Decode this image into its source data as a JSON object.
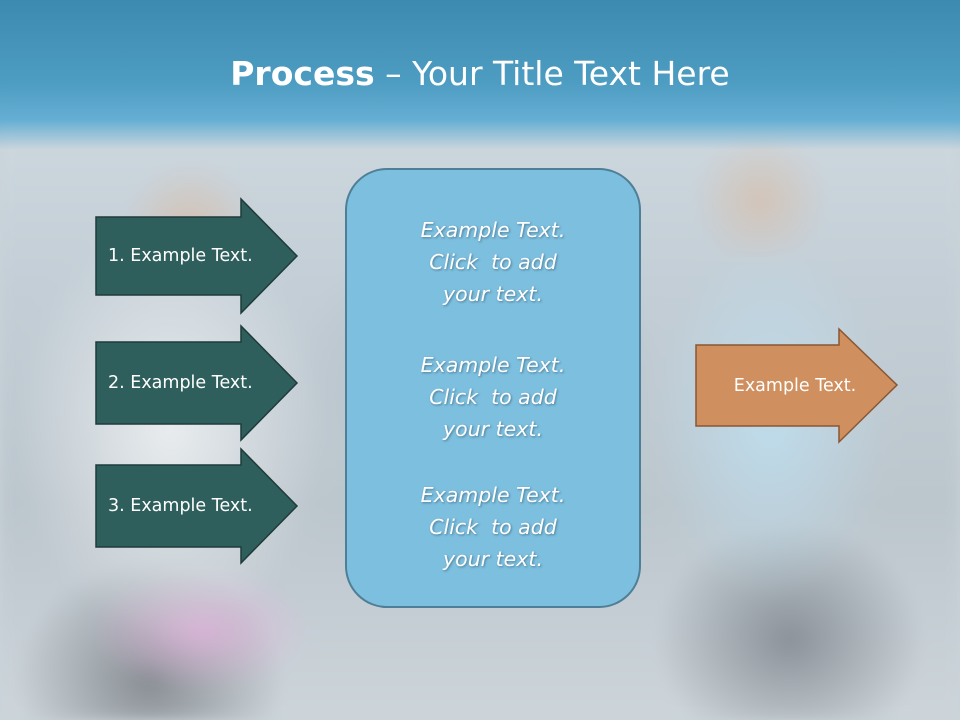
{
  "title": {
    "bold": "Process",
    "rest": " – Your Title Text Here"
  },
  "left_arrows": [
    {
      "label": "1. Example Text."
    },
    {
      "label": "2. Example Text."
    },
    {
      "label": "3. Example Text."
    }
  ],
  "center_box": {
    "paragraphs": [
      {
        "line1": "Example Text.",
        "line2": "Click  to add",
        "line3": "your text."
      },
      {
        "line1": "Example Text.",
        "line2": "Click  to add",
        "line3": "your text."
      },
      {
        "line1": "Example Text.",
        "line2": "Click  to add",
        "line3": "your text."
      }
    ]
  },
  "right_arrow": {
    "label": "Example Text."
  },
  "colors": {
    "header": "#4d9cc2",
    "left_arrow_fill": "#2f5f5c",
    "center_box_fill": "#7dbfdf",
    "right_arrow_fill": "#cf8f5f"
  }
}
